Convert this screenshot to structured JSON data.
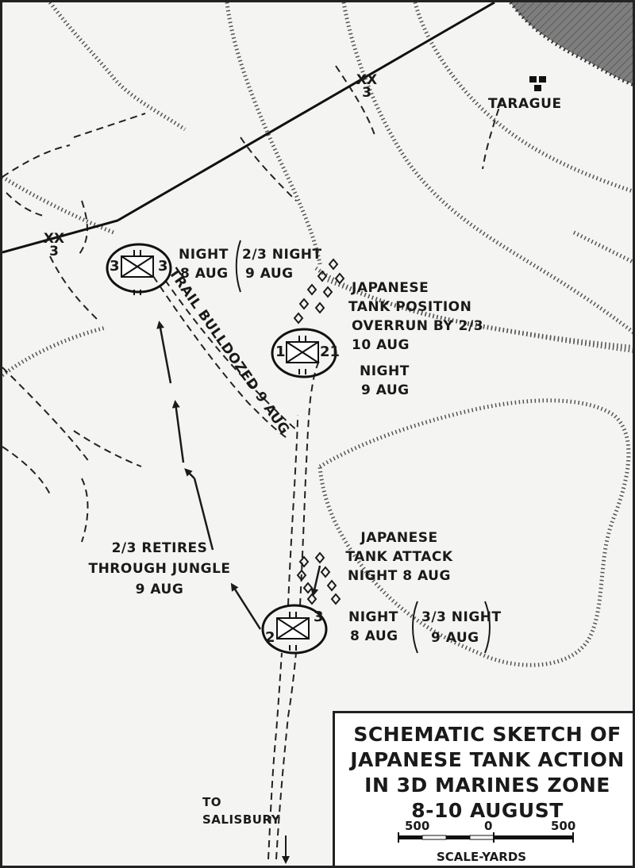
{
  "labels": {
    "taragué": "TARAGUE",
    "night_8aug_top": [
      "NIGHT",
      "8 AUG"
    ],
    "night_23_9aug": [
      "2/3 NIGHT",
      "9 AUG"
    ],
    "jp_tank_overrun": [
      "JAPANESE",
      "TANK POSITION",
      "OVERRUN BY 2/3",
      "10 AUG"
    ],
    "night_9aug_mid": [
      "NIGHT",
      "9 AUG"
    ],
    "trail_bulldozed": "TRAIL BULLDOZED 9 AUG",
    "retires": [
      "2/3 RETIRES",
      "THROUGH JUNGLE",
      "9 AUG"
    ],
    "jp_tank_attack": [
      "JAPANESE",
      "TANK ATTACK",
      "NIGHT 8 AUG"
    ],
    "night_8aug_low": [
      "NIGHT",
      "8 AUG"
    ],
    "night_33_9aug": [
      "3/3 NIGHT",
      "9 AUG"
    ],
    "to_salisbury": [
      "TO",
      "SALISBURY"
    ]
  },
  "units": {
    "top_left": {
      "left": "3",
      "right": "3"
    },
    "middle": {
      "left": "1",
      "right": "21"
    },
    "bottom": {
      "left": "2",
      "right": "3"
    }
  },
  "boundaries": {
    "upper": {
      "top": "XX",
      "bottom": "3"
    },
    "lower": {
      "top": "XX",
      "bottom": "3"
    }
  },
  "title": {
    "lines": [
      "SCHEMATIC SKETCH OF",
      "JAPANESE TANK ACTION",
      "IN 3D MARINES ZONE",
      "8-10 AUGUST"
    ]
  },
  "scale": {
    "ticks": [
      "500",
      "0",
      "500"
    ],
    "unit": "SCALE-YARDS"
  }
}
